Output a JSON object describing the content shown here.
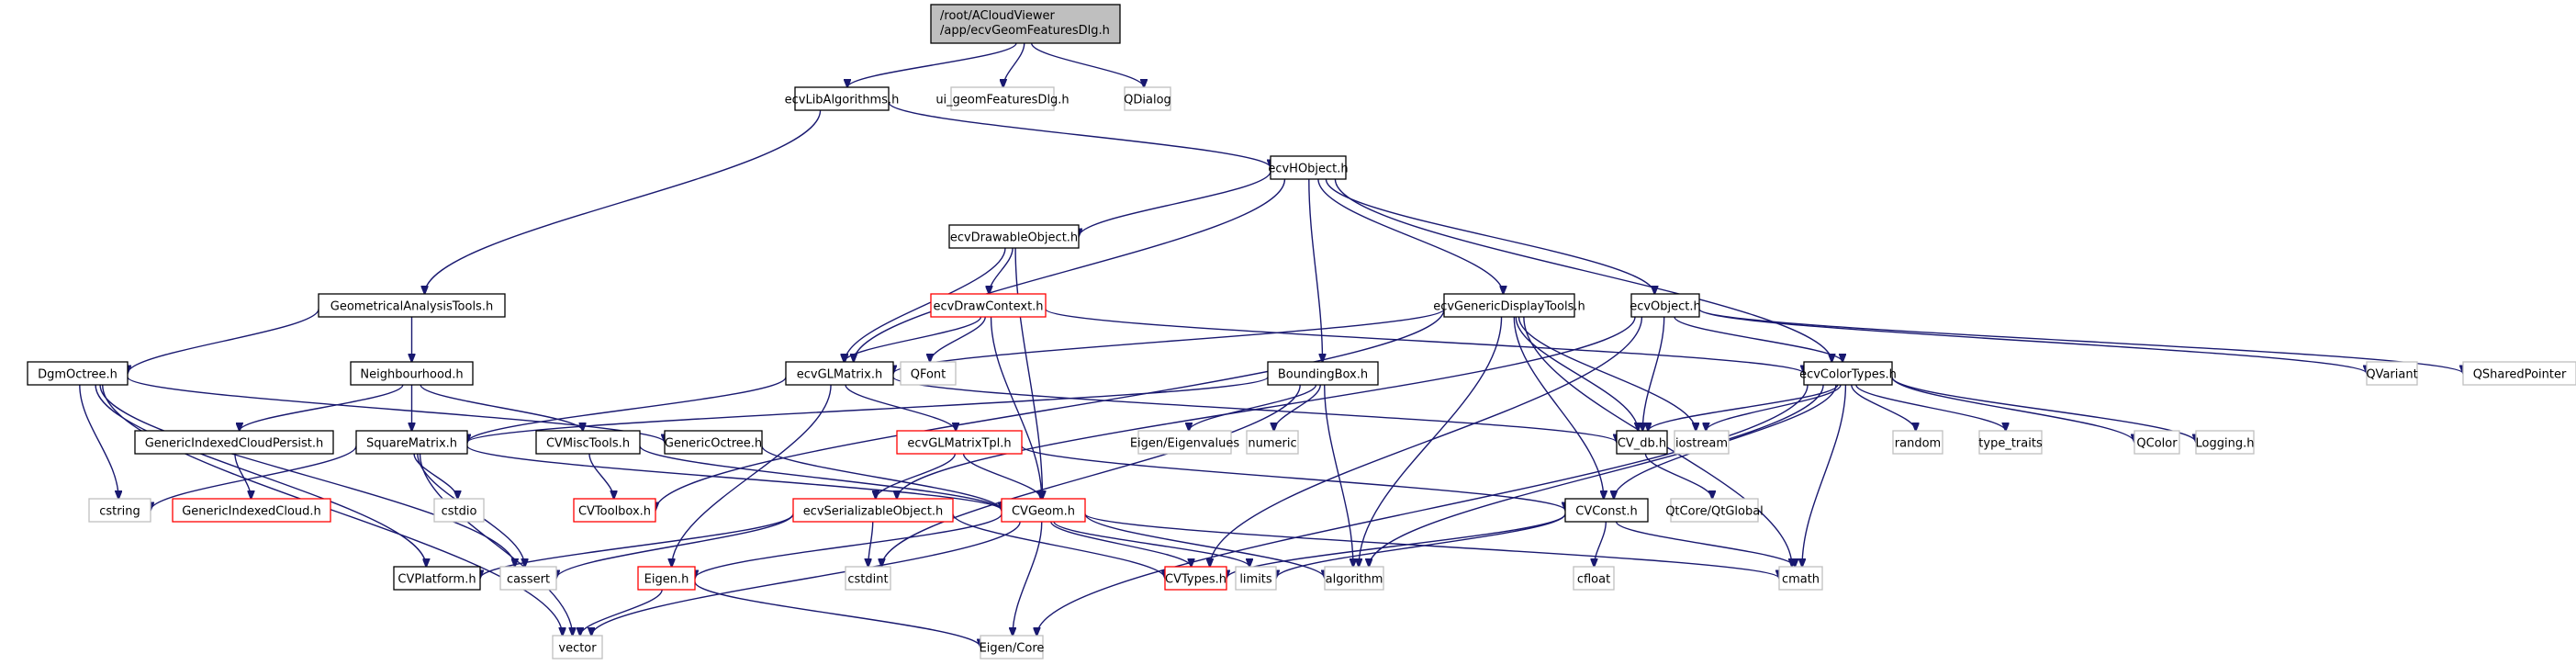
{
  "title": "Include dependency graph for ecvGeomFeaturesDlg.h",
  "colors": {
    "edge": "#191970",
    "root_fill": "#bfbfbf",
    "root_stroke": "#000000",
    "documented_stroke": "#000000",
    "truncated_stroke": "#ff0000",
    "external_stroke": "#bfbfbf"
  },
  "nodes": [
    {
      "id": "root",
      "label": [
        "/root/ACloudViewer",
        "/app/ecvGeomFeaturesDlg.h"
      ],
      "kind": "root"
    },
    {
      "id": "ecvLibAlgorithms",
      "label": [
        "ecvLibAlgorithms.h"
      ],
      "kind": "documented"
    },
    {
      "id": "ui_geomFeaturesDlg",
      "label": [
        "ui_geomFeaturesDlg.h"
      ],
      "kind": "external"
    },
    {
      "id": "QDialog",
      "label": [
        "QDialog"
      ],
      "kind": "external"
    },
    {
      "id": "ecvHObject",
      "label": [
        "ecvHObject.h"
      ],
      "kind": "documented"
    },
    {
      "id": "GeometricalAnalysisTools",
      "label": [
        "GeometricalAnalysisTools.h"
      ],
      "kind": "documented"
    },
    {
      "id": "ecvDrawableObject",
      "label": [
        "ecvDrawableObject.h"
      ],
      "kind": "documented"
    },
    {
      "id": "ecvDrawContext",
      "label": [
        "ecvDrawContext.h"
      ],
      "kind": "truncated"
    },
    {
      "id": "ecvGenericDisplayTools",
      "label": [
        "ecvGenericDisplayTools.h"
      ],
      "kind": "documented"
    },
    {
      "id": "ecvObject",
      "label": [
        "ecvObject.h"
      ],
      "kind": "documented"
    },
    {
      "id": "DgmOctree",
      "label": [
        "DgmOctree.h"
      ],
      "kind": "documented"
    },
    {
      "id": "Neighbourhood",
      "label": [
        "Neighbourhood.h"
      ],
      "kind": "documented"
    },
    {
      "id": "ecvGLMatrix",
      "label": [
        "ecvGLMatrix.h"
      ],
      "kind": "documented"
    },
    {
      "id": "QFont",
      "label": [
        "QFont"
      ],
      "kind": "external"
    },
    {
      "id": "BoundingBox",
      "label": [
        "BoundingBox.h"
      ],
      "kind": "documented"
    },
    {
      "id": "ecvColorTypes",
      "label": [
        "ecvColorTypes.h"
      ],
      "kind": "documented"
    },
    {
      "id": "QVariant",
      "label": [
        "QVariant"
      ],
      "kind": "external"
    },
    {
      "id": "QSharedPointer",
      "label": [
        "QSharedPointer"
      ],
      "kind": "external"
    },
    {
      "id": "GenericIndexedCloudPersist",
      "label": [
        "GenericIndexedCloudPersist.h"
      ],
      "kind": "documented"
    },
    {
      "id": "SquareMatrix",
      "label": [
        "SquareMatrix.h"
      ],
      "kind": "documented"
    },
    {
      "id": "CVMiscTools",
      "label": [
        "CVMiscTools.h"
      ],
      "kind": "documented"
    },
    {
      "id": "GenericOctree",
      "label": [
        "GenericOctree.h"
      ],
      "kind": "documented"
    },
    {
      "id": "ecvGLMatrixTpl",
      "label": [
        "ecvGLMatrixTpl.h"
      ],
      "kind": "truncated"
    },
    {
      "id": "EigenEigenvalues",
      "label": [
        "Eigen/Eigenvalues"
      ],
      "kind": "external"
    },
    {
      "id": "numeric",
      "label": [
        "numeric"
      ],
      "kind": "external"
    },
    {
      "id": "CV_db",
      "label": [
        "CV_db.h"
      ],
      "kind": "documented"
    },
    {
      "id": "iostream",
      "label": [
        "iostream"
      ],
      "kind": "external"
    },
    {
      "id": "random",
      "label": [
        "random"
      ],
      "kind": "external"
    },
    {
      "id": "type_traits",
      "label": [
        "type_traits"
      ],
      "kind": "external"
    },
    {
      "id": "QColor",
      "label": [
        "QColor"
      ],
      "kind": "external"
    },
    {
      "id": "Logging",
      "label": [
        "Logging.h"
      ],
      "kind": "external"
    },
    {
      "id": "cstring",
      "label": [
        "cstring"
      ],
      "kind": "external"
    },
    {
      "id": "GenericIndexedCloud",
      "label": [
        "GenericIndexedCloud.h"
      ],
      "kind": "truncated"
    },
    {
      "id": "cstdio",
      "label": [
        "cstdio"
      ],
      "kind": "external"
    },
    {
      "id": "CVToolbox",
      "label": [
        "CVToolbox.h"
      ],
      "kind": "truncated"
    },
    {
      "id": "ecvSerializableObject",
      "label": [
        "ecvSerializableObject.h"
      ],
      "kind": "truncated"
    },
    {
      "id": "CVGeom",
      "label": [
        "CVGeom.h"
      ],
      "kind": "truncated"
    },
    {
      "id": "CVConst",
      "label": [
        "CVConst.h"
      ],
      "kind": "documented"
    },
    {
      "id": "QtCoreQtGlobal",
      "label": [
        "QtCore/QtGlobal"
      ],
      "kind": "external"
    },
    {
      "id": "CVPlatform",
      "label": [
        "CVPlatform.h"
      ],
      "kind": "documented"
    },
    {
      "id": "cassert",
      "label": [
        "cassert"
      ],
      "kind": "external"
    },
    {
      "id": "EigenH",
      "label": [
        "Eigen.h"
      ],
      "kind": "truncated"
    },
    {
      "id": "cstdint",
      "label": [
        "cstdint"
      ],
      "kind": "external"
    },
    {
      "id": "CVTypes",
      "label": [
        "CVTypes.h"
      ],
      "kind": "truncated"
    },
    {
      "id": "limits",
      "label": [
        "limits"
      ],
      "kind": "external"
    },
    {
      "id": "algorithm",
      "label": [
        "algorithm"
      ],
      "kind": "external"
    },
    {
      "id": "cfloat",
      "label": [
        "cfloat"
      ],
      "kind": "external"
    },
    {
      "id": "cmath",
      "label": [
        "cmath"
      ],
      "kind": "external"
    },
    {
      "id": "vector",
      "label": [
        "vector"
      ],
      "kind": "external"
    },
    {
      "id": "EigenCore",
      "label": [
        "Eigen/Core"
      ],
      "kind": "external"
    }
  ],
  "edges": [
    [
      "root",
      "ecvLibAlgorithms"
    ],
    [
      "root",
      "ui_geomFeaturesDlg"
    ],
    [
      "root",
      "QDialog"
    ],
    [
      "ecvLibAlgorithms",
      "GeometricalAnalysisTools"
    ],
    [
      "ecvLibAlgorithms",
      "ecvHObject"
    ],
    [
      "ecvHObject",
      "ecvDrawableObject"
    ],
    [
      "ecvHObject",
      "ecvGLMatrix"
    ],
    [
      "ecvHObject",
      "BoundingBox"
    ],
    [
      "ecvHObject",
      "ecvGenericDisplayTools"
    ],
    [
      "ecvHObject",
      "ecvObject"
    ],
    [
      "ecvHObject",
      "ecvColorTypes"
    ],
    [
      "ecvDrawableObject",
      "ecvDrawContext"
    ],
    [
      "ecvDrawableObject",
      "ecvGLMatrix"
    ],
    [
      "ecvDrawableObject",
      "CVGeom"
    ],
    [
      "ecvDrawContext",
      "ecvGLMatrix"
    ],
    [
      "ecvDrawContext",
      "QFont"
    ],
    [
      "ecvDrawContext",
      "CVGeom"
    ],
    [
      "ecvDrawContext",
      "ecvColorTypes"
    ],
    [
      "GeometricalAnalysisTools",
      "DgmOctree"
    ],
    [
      "GeometricalAnalysisTools",
      "Neighbourhood"
    ],
    [
      "DgmOctree",
      "GenericOctree"
    ],
    [
      "DgmOctree",
      "cstring"
    ],
    [
      "DgmOctree",
      "CVPlatform"
    ],
    [
      "DgmOctree",
      "cassert"
    ],
    [
      "DgmOctree",
      "vector"
    ],
    [
      "Neighbourhood",
      "GenericIndexedCloudPersist"
    ],
    [
      "Neighbourhood",
      "SquareMatrix"
    ],
    [
      "Neighbourhood",
      "CVMiscTools"
    ],
    [
      "GenericIndexedCloudPersist",
      "GenericIndexedCloud"
    ],
    [
      "SquareMatrix",
      "cstring"
    ],
    [
      "SquareMatrix",
      "cstdio"
    ],
    [
      "SquareMatrix",
      "cassert"
    ],
    [
      "SquareMatrix",
      "vector"
    ],
    [
      "SquareMatrix",
      "CVGeom"
    ],
    [
      "CVMiscTools",
      "CVToolbox"
    ],
    [
      "CVMiscTools",
      "CVGeom"
    ],
    [
      "GenericOctree",
      "CVGeom"
    ],
    [
      "ecvGLMatrix",
      "SquareMatrix"
    ],
    [
      "ecvGLMatrix",
      "ecvGLMatrixTpl"
    ],
    [
      "ecvGLMatrix",
      "EigenH"
    ],
    [
      "ecvGLMatrix",
      "CV_db"
    ],
    [
      "ecvGLMatrixTpl",
      "ecvSerializableObject"
    ],
    [
      "ecvGLMatrixTpl",
      "CVGeom"
    ],
    [
      "ecvGLMatrixTpl",
      "CVConst"
    ],
    [
      "BoundingBox",
      "SquareMatrix"
    ],
    [
      "BoundingBox",
      "EigenEigenvalues"
    ],
    [
      "BoundingBox",
      "numeric"
    ],
    [
      "BoundingBox",
      "cstdint"
    ],
    [
      "BoundingBox",
      "algorithm"
    ],
    [
      "ecvGenericDisplayTools",
      "ecvGLMatrix"
    ],
    [
      "ecvGenericDisplayTools",
      "CVToolbox"
    ],
    [
      "ecvGenericDisplayTools",
      "CV_db"
    ],
    [
      "ecvGenericDisplayTools",
      "iostream"
    ],
    [
      "ecvGenericDisplayTools",
      "CVConst"
    ],
    [
      "ecvGenericDisplayTools",
      "algorithm"
    ],
    [
      "ecvGenericDisplayTools",
      "cmath"
    ],
    [
      "ecvObject",
      "ecvSerializableObject"
    ],
    [
      "ecvObject",
      "CV_db"
    ],
    [
      "ecvObject",
      "ecvColorTypes"
    ],
    [
      "ecvObject",
      "CVTypes"
    ],
    [
      "ecvObject",
      "QVariant"
    ],
    [
      "ecvObject",
      "QSharedPointer"
    ],
    [
      "ecvColorTypes",
      "CV_db"
    ],
    [
      "ecvColorTypes",
      "iostream"
    ],
    [
      "ecvColorTypes",
      "random"
    ],
    [
      "ecvColorTypes",
      "type_traits"
    ],
    [
      "ecvColorTypes",
      "QColor"
    ],
    [
      "ecvColorTypes",
      "Logging"
    ],
    [
      "ecvColorTypes",
      "CVConst"
    ],
    [
      "ecvColorTypes",
      "algorithm"
    ],
    [
      "ecvColorTypes",
      "cmath"
    ],
    [
      "ecvColorTypes",
      "EigenCore"
    ],
    [
      "CV_db",
      "QtCoreQtGlobal"
    ],
    [
      "ecvSerializableObject",
      "CVPlatform"
    ],
    [
      "ecvSerializableObject",
      "cassert"
    ],
    [
      "ecvSerializableObject",
      "cstdint"
    ],
    [
      "ecvSerializableObject",
      "CVTypes"
    ],
    [
      "CVGeom",
      "EigenH"
    ],
    [
      "CVGeom",
      "CVTypes"
    ],
    [
      "CVGeom",
      "limits"
    ],
    [
      "CVGeom",
      "algorithm"
    ],
    [
      "CVGeom",
      "cmath"
    ],
    [
      "CVGeom",
      "vector"
    ],
    [
      "CVGeom",
      "EigenCore"
    ],
    [
      "CVConst",
      "CVTypes"
    ],
    [
      "CVConst",
      "limits"
    ],
    [
      "CVConst",
      "cfloat"
    ],
    [
      "CVConst",
      "cmath"
    ],
    [
      "EigenH",
      "vector"
    ],
    [
      "EigenH",
      "EigenCore"
    ]
  ]
}
